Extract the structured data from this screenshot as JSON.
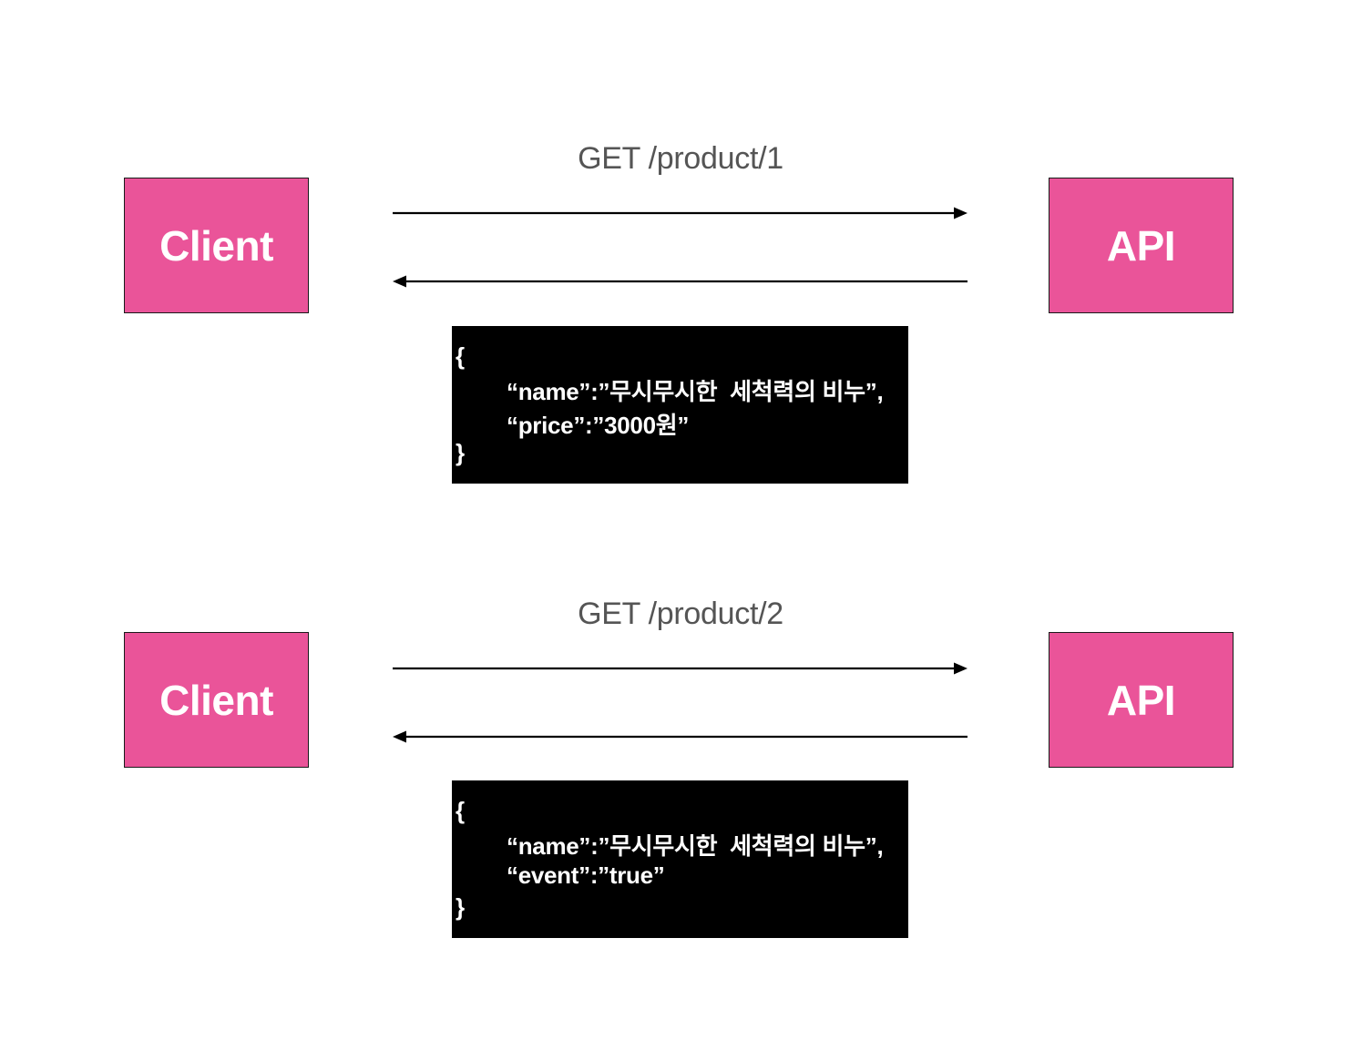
{
  "exchanges": [
    {
      "client_label": "Client",
      "api_label": "API",
      "request": "GET /product/1",
      "response": {
        "open": "{",
        "lines": [
          "“name”:”무시무시한  세척력의 비누”,",
          "“price”:”3000원”"
        ],
        "close": "}"
      }
    },
    {
      "client_label": "Client",
      "api_label": "API",
      "request": "GET /product/2",
      "response": {
        "open": "{",
        "lines": [
          "“name”:”무시무시한  세척력의 비누”,",
          "“event”:”true”"
        ],
        "close": "}"
      }
    }
  ],
  "colors": {
    "box_fill": "#ea5499",
    "box_text": "#ffffff",
    "label_text": "#555555",
    "json_bg": "#000000",
    "arrow": "#000000"
  }
}
